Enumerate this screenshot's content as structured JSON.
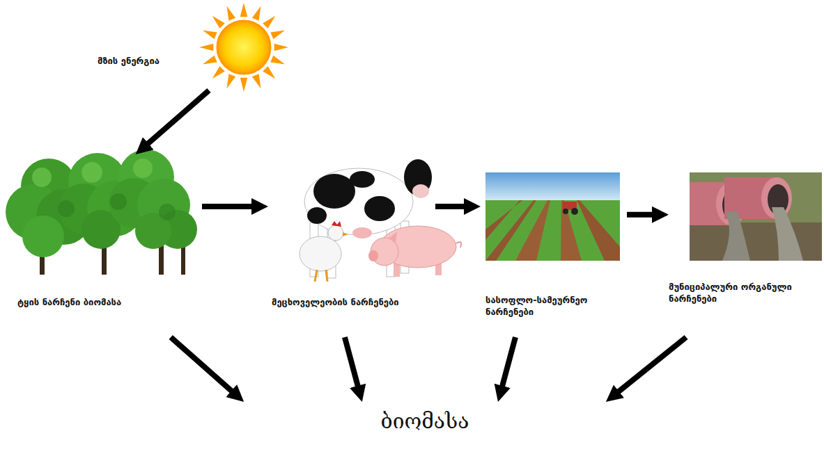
{
  "diagram": {
    "nodes": [
      {
        "text": [
          "მზის ენერგია"
        ]
      },
      {
        "text": [
          "ტყის ნარჩენი ბიომასა"
        ]
      },
      {
        "text": [
          "მეცხოველეობის ნარჩენები"
        ]
      },
      {
        "text": [
          "სასოფლო-სამეურნეო ნარჩენები"
        ]
      },
      {
        "text": [
          "მუნიციპალური ორგანული ნარჩენები"
        ]
      },
      {
        "text": [
          "ბიომასა"
        ]
      }
    ],
    "edges": [
      {
        "from": 0,
        "to": 1,
        "arrow": "to"
      },
      {
        "from": 1,
        "to": 2,
        "arrow": "to"
      },
      {
        "from": 2,
        "to": 3,
        "arrow": "to"
      },
      {
        "from": 3,
        "to": 4,
        "arrow": "to"
      },
      {
        "from": 1,
        "to": 5,
        "arrow": "to"
      },
      {
        "from": 2,
        "to": 5,
        "arrow": "to"
      },
      {
        "from": 3,
        "to": 5,
        "arrow": "to"
      },
      {
        "from": 4,
        "to": 5,
        "arrow": "to"
      }
    ]
  }
}
